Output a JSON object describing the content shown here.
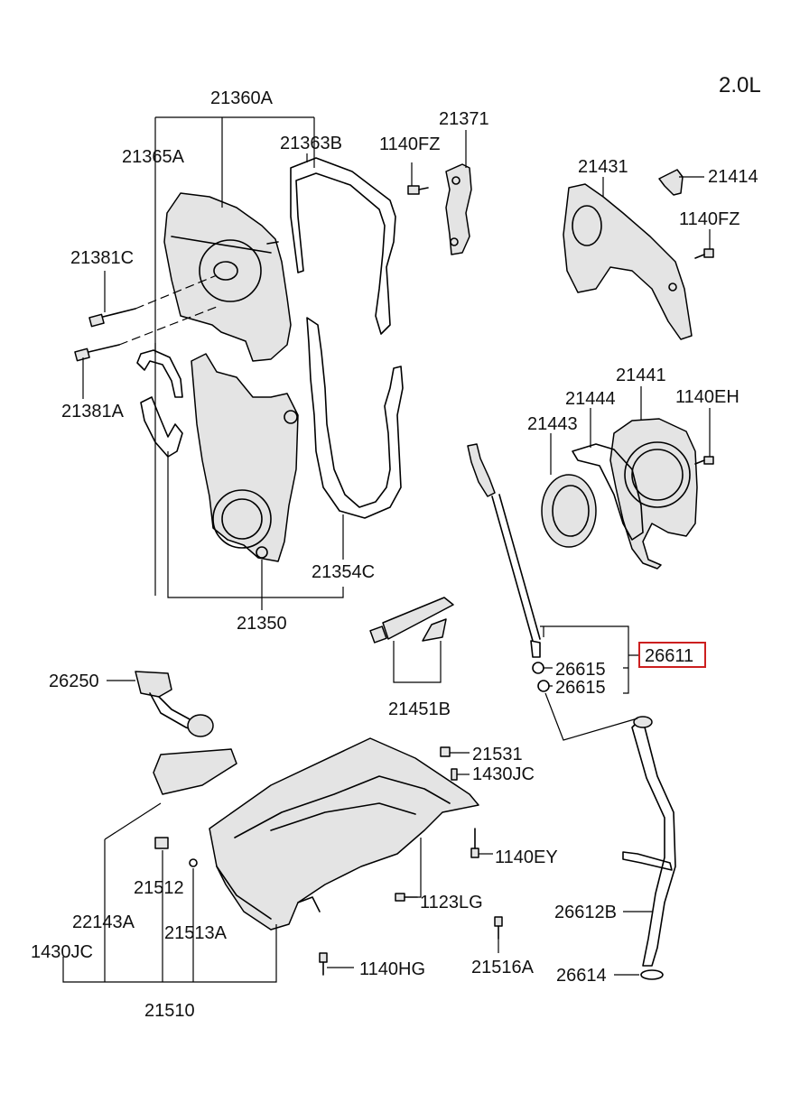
{
  "engine_label": "2.0L",
  "highlighted_part": "26611",
  "parts": [
    {
      "id": "p21360A",
      "number": "21360A"
    },
    {
      "id": "p21365A",
      "number": "21365A"
    },
    {
      "id": "p21363B",
      "number": "21363B"
    },
    {
      "id": "p1140FZa",
      "number": "1140FZ"
    },
    {
      "id": "p21371",
      "number": "21371"
    },
    {
      "id": "p21431",
      "number": "21431"
    },
    {
      "id": "p21414",
      "number": "21414"
    },
    {
      "id": "p1140FZb",
      "number": "1140FZ"
    },
    {
      "id": "p21381C",
      "number": "21381C"
    },
    {
      "id": "p21381A",
      "number": "21381A"
    },
    {
      "id": "p21441",
      "number": "21441"
    },
    {
      "id": "p21444",
      "number": "21444"
    },
    {
      "id": "p1140EH",
      "number": "1140EH"
    },
    {
      "id": "p21443",
      "number": "21443"
    },
    {
      "id": "p21354C",
      "number": "21354C"
    },
    {
      "id": "p21350",
      "number": "21350"
    },
    {
      "id": "p26611",
      "number": "26611"
    },
    {
      "id": "p26615a",
      "number": "26615"
    },
    {
      "id": "p26615b",
      "number": "26615"
    },
    {
      "id": "p26250",
      "number": "26250"
    },
    {
      "id": "p21451B",
      "number": "21451B"
    },
    {
      "id": "p21531",
      "number": "21531"
    },
    {
      "id": "p1430JCa",
      "number": "1430JC"
    },
    {
      "id": "p1140EY",
      "number": "1140EY"
    },
    {
      "id": "p21512",
      "number": "21512"
    },
    {
      "id": "p1123LG",
      "number": "1123LG"
    },
    {
      "id": "p26612B",
      "number": "26612B"
    },
    {
      "id": "p22143A",
      "number": "22143A"
    },
    {
      "id": "p21513A",
      "number": "21513A"
    },
    {
      "id": "p21516A",
      "number": "21516A"
    },
    {
      "id": "p1430JCb",
      "number": "1430JC"
    },
    {
      "id": "p1140HG",
      "number": "1140HG"
    },
    {
      "id": "p26614",
      "number": "26614"
    },
    {
      "id": "p21510",
      "number": "21510"
    }
  ]
}
